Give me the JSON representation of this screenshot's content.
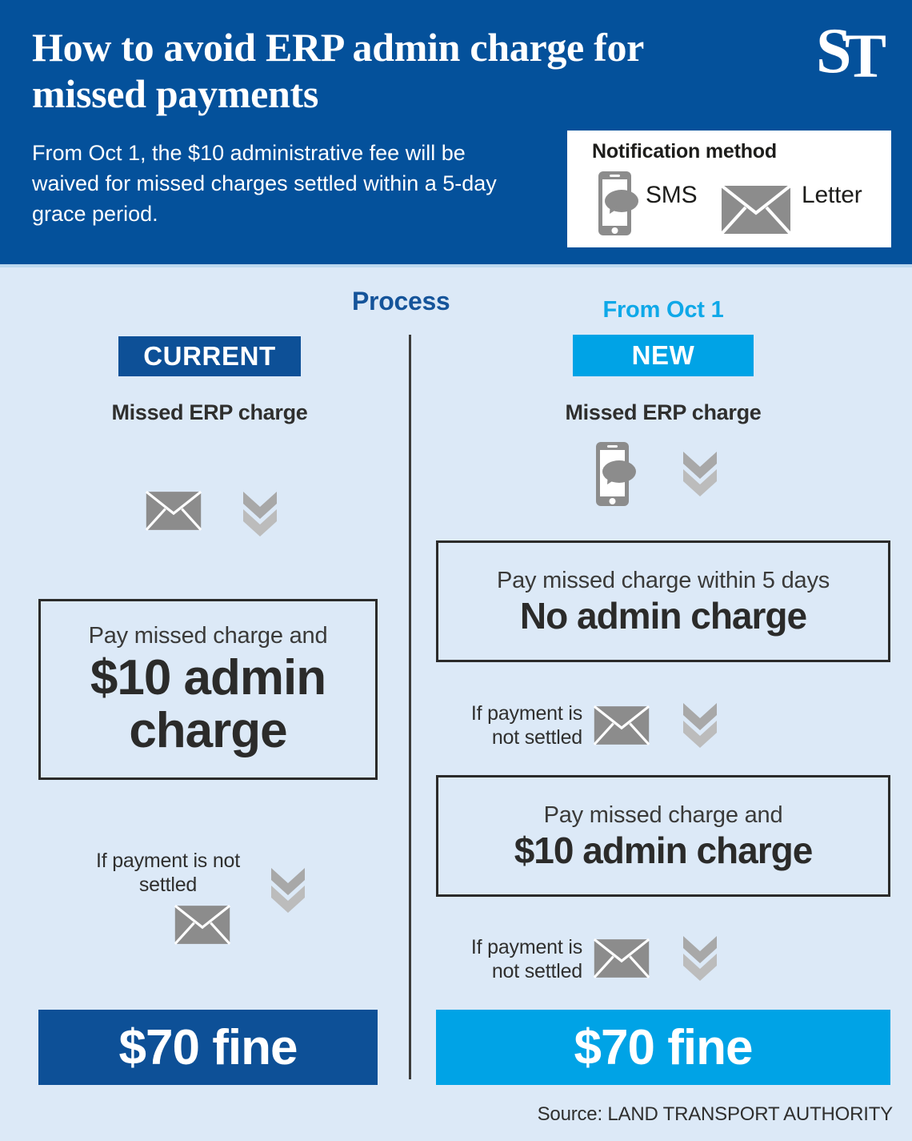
{
  "header": {
    "headline": "How to avoid ERP admin charge for missed payments",
    "standfirst": "From Oct 1, the $10 administrative fee will be waived for missed charges settled within a 5-day grace period.",
    "logo_text": "ST",
    "notification": {
      "title": "Notification method",
      "sms_label": "SMS",
      "sms_icon": "phone-sms-icon",
      "letter_label": "Letter",
      "letter_icon": "envelope-icon"
    }
  },
  "process": {
    "section_label": "Process",
    "current": {
      "badge": "CURRENT",
      "step_title": "Missed ERP charge",
      "notify_icon": "envelope-icon",
      "arrow_icon": "double-chevron-down-icon",
      "result_box": {
        "small_text": "Pay missed charge and",
        "big_text": "$10 admin charge"
      },
      "escalation_caption": "If payment is not settled",
      "escalation_icon": "envelope-icon",
      "fine": "$70 fine"
    },
    "new": {
      "eyebrow": "From Oct 1",
      "badge": "NEW",
      "step_title": "Missed ERP charge",
      "notify_icon": "phone-sms-icon",
      "arrow_icon": "double-chevron-down-icon",
      "result_box_1": {
        "small_text": "Pay missed charge within 5 days",
        "big_text": "No admin charge"
      },
      "escalation_caption_1": "If payment is\nnot settled",
      "escalation_icon_1": "envelope-icon",
      "result_box_2": {
        "small_text": "Pay missed charge and",
        "big_text": "$10 admin charge"
      },
      "escalation_caption_2": "If payment is\nnot settled",
      "escalation_icon_2": "envelope-icon",
      "fine": "$70 fine"
    }
  },
  "footer": {
    "source": "Source: LAND TRANSPORT AUTHORITY"
  },
  "colors": {
    "header_blue": "#04519b",
    "badge_current_blue": "#0d5097",
    "badge_new_cyan": "#00a3e6",
    "body_bg": "#dce9f7",
    "icon_gray": "#8c8c8c",
    "chevron_gray": "#a8a8a8",
    "text_dark": "#2b2b2a"
  }
}
